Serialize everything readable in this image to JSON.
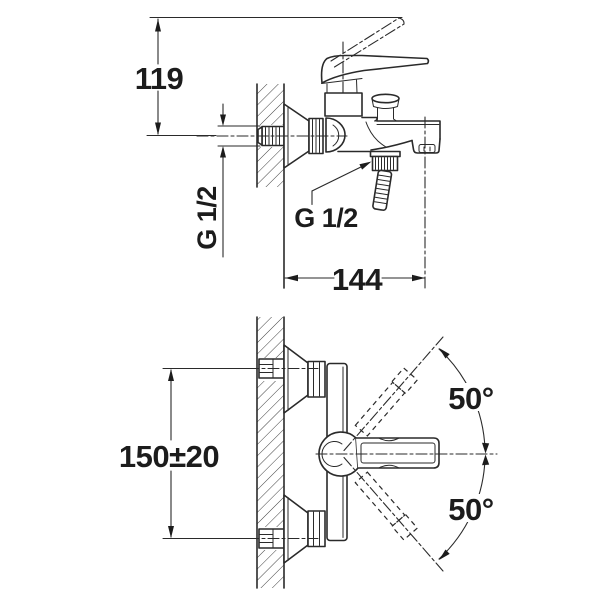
{
  "drawing": {
    "type": "technical-installation-diagram",
    "subject": "wall-mounted bath-shower mixer tap, side view and front view",
    "colors": {
      "line": "#2a2a2a",
      "background": "#ffffff"
    },
    "labels": {
      "height_to_lever": "119",
      "inlet_thread": "G 1/2",
      "shower_outlet_thread": "G 1/2",
      "spout_reach": "144",
      "connection_spacing": "150±20",
      "handle_swing_up": "50°",
      "handle_swing_down": "50°"
    }
  }
}
